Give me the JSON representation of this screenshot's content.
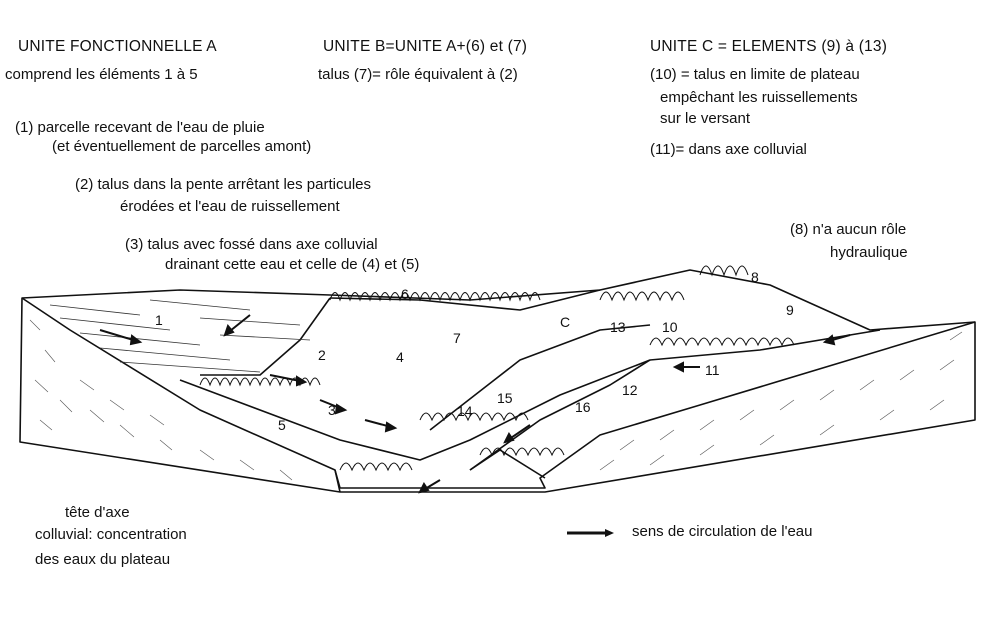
{
  "unit_a": {
    "title": "UNITE FONCTIONNELLE A",
    "subtitle": "comprend les éléments 1 à 5"
  },
  "unit_b": {
    "title": "UNITE B=UNITE A+(6) et (7)",
    "subtitle": "talus (7)= rôle équivalent à (2)"
  },
  "unit_c": {
    "title": "UNITE C = ELEMENTS (9) à (13)",
    "note10_line1": "(10) = talus en limite de plateau",
    "note10_line2": "empêchant les ruissellements",
    "note10_line3": "sur le versant",
    "note11": "(11)= dans axe colluvial"
  },
  "notes": {
    "n1_line1": "(1)  parcelle recevant de l'eau de pluie",
    "n1_line2": "(et éventuellement de parcelles amont)",
    "n2_line1": "(2)  talus dans la pente arrêtant les particules",
    "n2_line2": "érodées et l'eau de ruissellement",
    "n3_line1": "(3)  talus avec fossé dans axe colluvial",
    "n3_line2": "drainant cette eau et celle de (4) et (5)",
    "n8_line1": "(8)  n'a aucun rôle",
    "n8_line2": "hydraulique"
  },
  "bottom_note": {
    "line1": "tête d'axe",
    "line2": "colluvial:  concentration",
    "line3": "des eaux  du plateau"
  },
  "legend": {
    "arrow_label": "sens de circulation de l'eau",
    "arrow_icon": "flow-arrow-icon"
  },
  "diagram_labels": [
    "1",
    "2",
    "3",
    "4",
    "5",
    "6",
    "7",
    "8",
    "9",
    "10",
    "11",
    "12",
    "13",
    "14",
    "15",
    "16",
    "C"
  ]
}
